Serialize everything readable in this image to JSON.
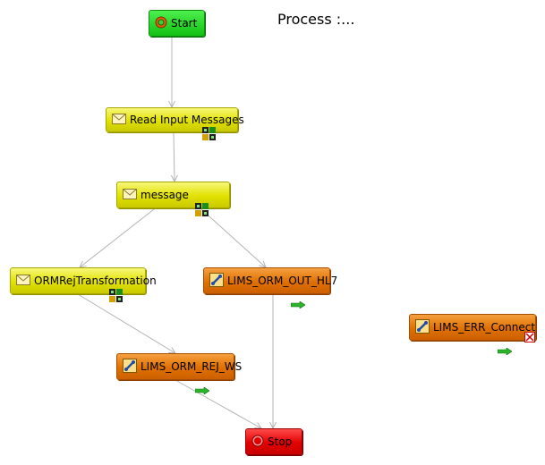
{
  "diagram": {
    "title": "Process :...",
    "nodes": [
      {
        "id": "start",
        "label": "Start",
        "type": "start",
        "color": "#22cc22",
        "icon": "start-icon"
      },
      {
        "id": "read",
        "label": "Read Input Messages",
        "type": "message",
        "color": "#e6e600",
        "icon": "envelope-icon",
        "badge": "grid-icon"
      },
      {
        "id": "message",
        "label": "message",
        "type": "message",
        "color": "#e6e600",
        "icon": "envelope-icon",
        "badge": "grid-icon"
      },
      {
        "id": "orm",
        "label": "ORMRejTransformation",
        "type": "message",
        "color": "#e6e600",
        "icon": "envelope-icon",
        "badge": "grid-icon"
      },
      {
        "id": "hl7",
        "label": "LIMS_ORM_OUT_HL7",
        "type": "connector",
        "color": "#e67700",
        "icon": "connector-icon",
        "badge": "green-arrow-icon"
      },
      {
        "id": "rejws",
        "label": "LIMS_ORM_REJ_WS",
        "type": "connector",
        "color": "#e67700",
        "icon": "connector-icon",
        "badge": "green-arrow-icon"
      },
      {
        "id": "errconn",
        "label": "LIMS_ERR_Connector",
        "type": "connector",
        "color": "#e67700",
        "icon": "connector-icon",
        "badge": "green-arrow-icon",
        "error_badge": "error-icon"
      },
      {
        "id": "stop",
        "label": "Stop",
        "type": "stop",
        "color": "#e60000",
        "icon": "stop-icon"
      }
    ],
    "edges": [
      {
        "from": "start",
        "to": "read"
      },
      {
        "from": "read",
        "to": "message"
      },
      {
        "from": "message",
        "to": "orm"
      },
      {
        "from": "message",
        "to": "hl7"
      },
      {
        "from": "orm",
        "to": "rejws"
      },
      {
        "from": "rejws",
        "to": "stop"
      },
      {
        "from": "hl7",
        "to": "stop"
      }
    ],
    "colors": {
      "edge": "#b4b4b4"
    }
  }
}
